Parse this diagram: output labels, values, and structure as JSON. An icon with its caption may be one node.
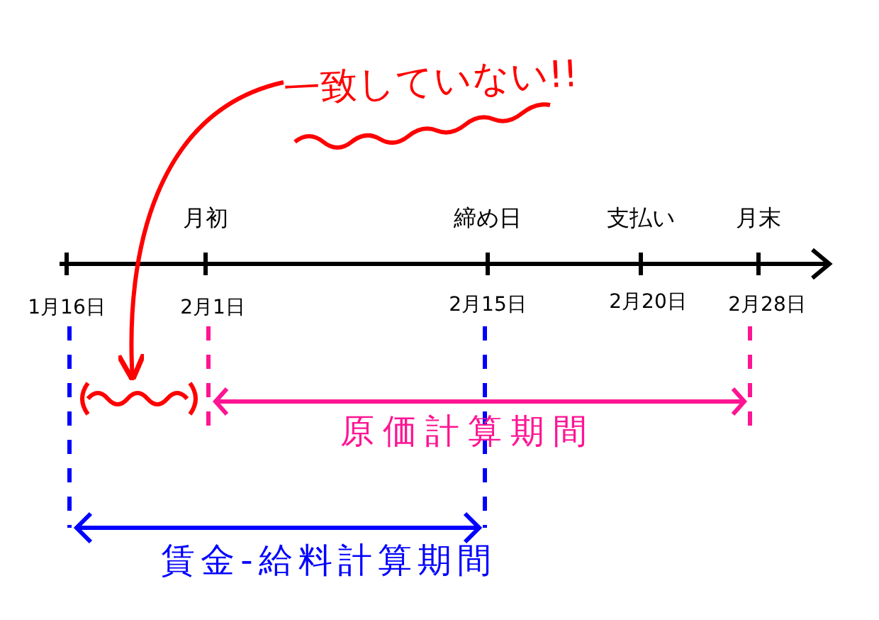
{
  "diagram": {
    "nodes": [
      {
        "text": [
          "一致していない!!"
        ]
      },
      {
        "text": [],
        "shape": "brace"
      }
    ],
    "edges": [
      {
        "from": 0,
        "to": 1,
        "arrow": "to",
        "color": "#ff0000"
      }
    ],
    "labels": [
      "月初",
      "締め日",
      "支払い",
      "月末",
      "1月16日",
      "2月1日",
      "2月15日",
      "2月20日",
      "2月28日",
      "原価計算期間",
      "賃金-給料計算期間"
    ]
  }
}
